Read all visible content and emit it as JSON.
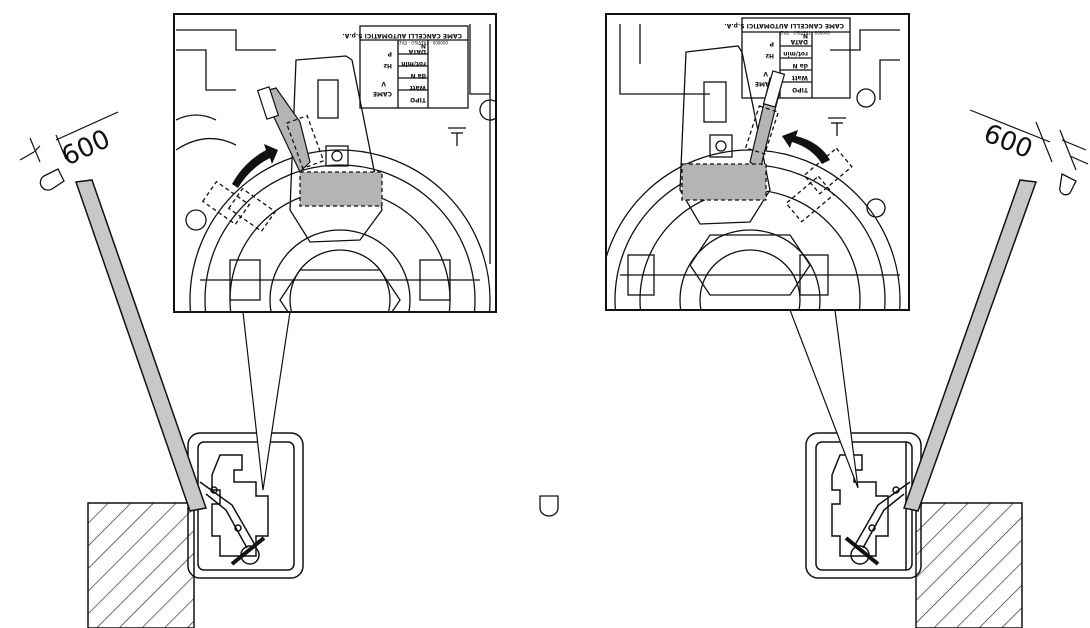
{
  "figure": {
    "dimension_left": "600",
    "dimension_right": "600",
    "rating_plate": {
      "brand": "CAME",
      "fields": [
        "TIPO",
        "Watt",
        "V",
        "da N",
        "rot/min",
        "Hz",
        "DATA",
        "N.",
        "P"
      ],
      "header": "CAME CANCELLI AUTOMATICI S.p.A.",
      "subheader": "000000 - TREVISO - ITALY"
    }
  },
  "colors": {
    "line": "#111111",
    "bar_fill": "#c8c8c8",
    "highlight_fill": "#b4b4b4",
    "hatch": "#111111"
  }
}
